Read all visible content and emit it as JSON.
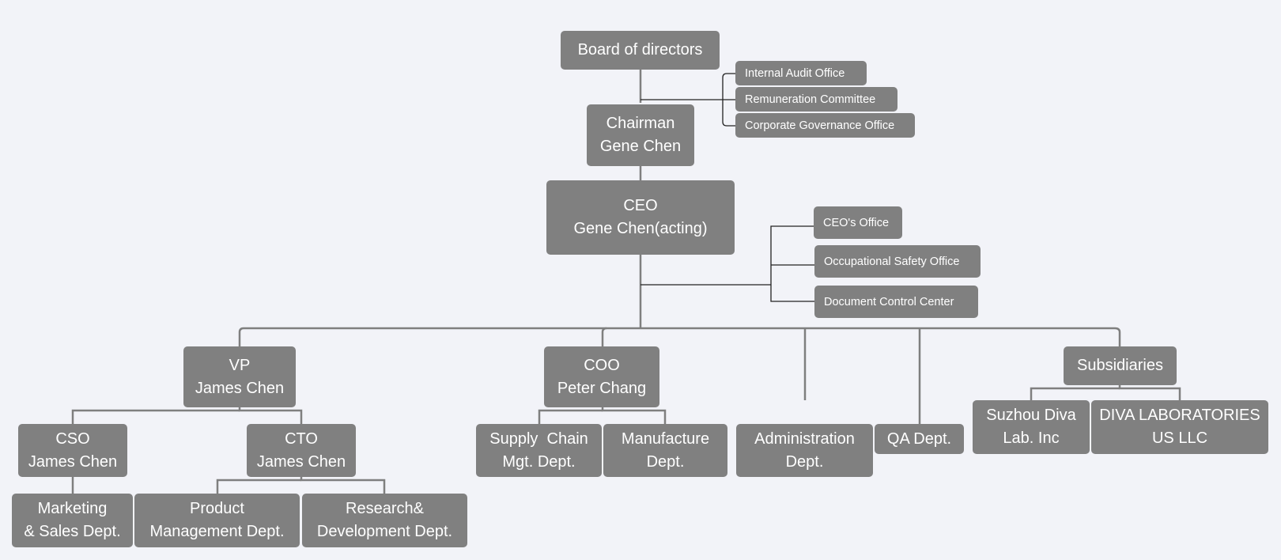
{
  "org": {
    "board": "Board of directors",
    "committees": [
      "Internal Audit Office",
      "Remuneration Committee",
      "Corporate Governance Office"
    ],
    "chairman": {
      "title": "Chairman",
      "name": "Gene Chen"
    },
    "ceo": {
      "title": "CEO",
      "name": "Gene Chen(acting)"
    },
    "ceo_offices": [
      "CEO's Office",
      "Occupational Safety Office",
      "Document Control Center"
    ],
    "vp": {
      "title": "VP",
      "name": "James Chen"
    },
    "cso": {
      "title": "CSO",
      "name": "James Chen"
    },
    "cto": {
      "title": "CTO",
      "name": "James Chen"
    },
    "marketing": [
      "Marketing",
      "& Sales Dept."
    ],
    "product": [
      "Product",
      "Management Dept."
    ],
    "research": [
      "Research&",
      "Development Dept."
    ],
    "coo": {
      "title": "COO",
      "name": "Peter Chang"
    },
    "supply_chain": [
      "Supply  Chain",
      "Mgt. Dept."
    ],
    "manufacture": [
      "Manufacture",
      "Dept."
    ],
    "administration": [
      "Administration",
      "Dept."
    ],
    "qa": "QA Dept.",
    "subsidiaries": "Subsidiaries",
    "suzhou": [
      "Suzhou Diva",
      "Lab. Inc"
    ],
    "diva_us": [
      "DIVA LABORATORIES",
      "US LLC"
    ]
  },
  "colors": {
    "node": "#808080",
    "line_main": "#7f7f7f",
    "line_thin": "#222222",
    "background": "#f2f3f8",
    "text": "#ffffff"
  }
}
